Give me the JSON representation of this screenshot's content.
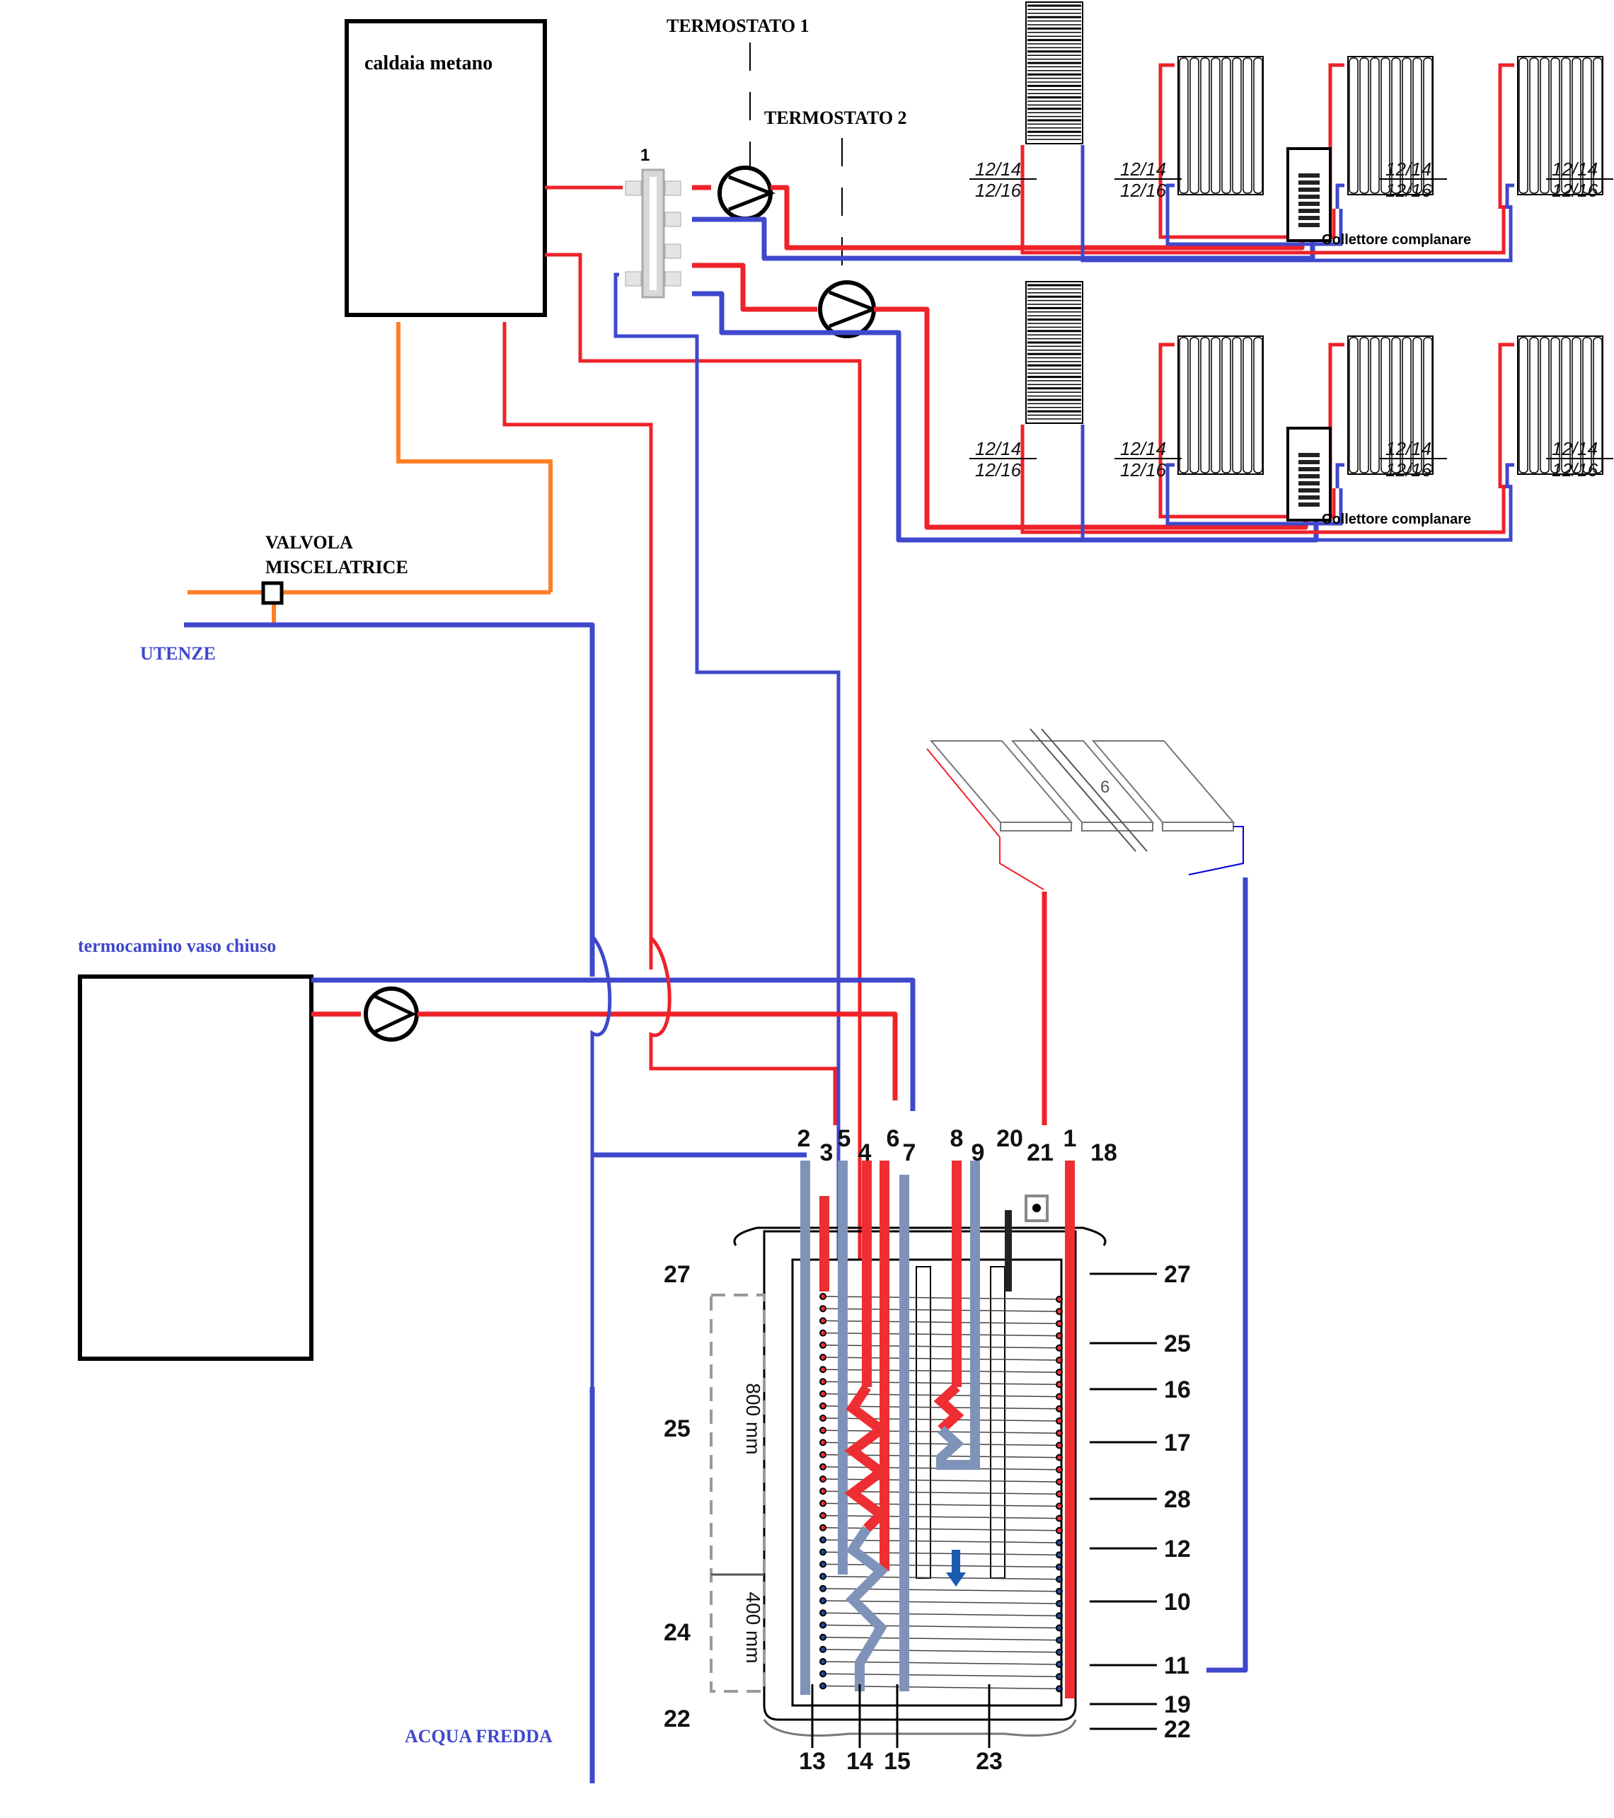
{
  "labels": {
    "boiler": "caldaia metano",
    "thermostat1": "TERMOSTATO 1",
    "thermostat2": "TERMOSTATO 2",
    "separator_number": "1",
    "mixing_valve_line1": "VALVOLA",
    "mixing_valve_line2": "MISCELATRICE",
    "users": "UTENZE",
    "fireplace": "termocamino vaso chiuso",
    "cold_water": "ACQUA FREDDA",
    "collector_upper": "Collettore complanare",
    "collector_lower": "Collettore complanare",
    "solar_panel_number": "6"
  },
  "pipe_dimensions": {
    "upper": [
      "12/14",
      "12/16"
    ],
    "lower": [
      "12/14",
      "12/16"
    ]
  },
  "radiator_groups": [
    {
      "name": "upper",
      "dims": [
        [
          "12/14",
          "12/16"
        ],
        [
          "12/14",
          "12/16"
        ],
        [
          "12/14",
          "12/16"
        ],
        [
          "12/14",
          "12/16"
        ]
      ]
    },
    {
      "name": "lower",
      "dims": [
        [
          "12/14",
          "12/16"
        ],
        [
          "12/14",
          "12/16"
        ],
        [
          "12/14",
          "12/16"
        ],
        [
          "12/14",
          "12/16"
        ]
      ]
    }
  ],
  "tank": {
    "top_connections": [
      "2",
      "3",
      "5",
      "4",
      "6",
      "7",
      "8",
      "9",
      "20",
      "21",
      "1",
      "18"
    ],
    "left_labels": [
      "27",
      "25",
      "24",
      "22"
    ],
    "right_labels": [
      "27",
      "25",
      "16",
      "17",
      "28",
      "12",
      "10",
      "11",
      "19",
      "22"
    ],
    "bottom_labels": [
      "13",
      "14",
      "15",
      "23"
    ],
    "dimension_upper": "800 mm",
    "dimension_lower": "400 mm"
  },
  "colors": {
    "hot": "#ee2229",
    "cold": "#3f48cc",
    "domestic_hot": "#ff7f27",
    "tank_hot": "#ee2e32",
    "tank_cold": "#7f93b9"
  }
}
